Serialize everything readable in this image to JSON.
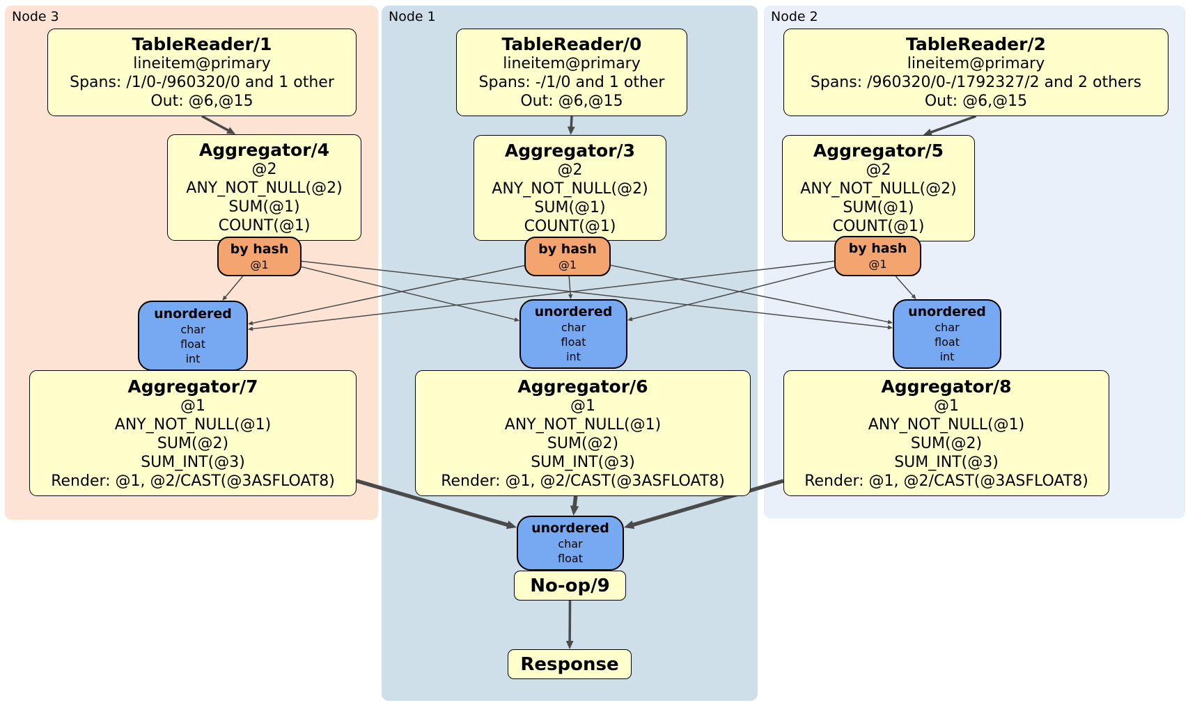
{
  "panels": {
    "node3": {
      "label": "Node 3"
    },
    "node1": {
      "label": "Node 1"
    },
    "node2": {
      "label": "Node 2"
    }
  },
  "boxes": {
    "tr1": {
      "title": "TableReader/1",
      "lines": [
        "lineitem@primary",
        "Spans: /1/0-/960320/0 and 1 other",
        "Out: @6,@15"
      ]
    },
    "tr0": {
      "title": "TableReader/0",
      "lines": [
        "lineitem@primary",
        "Spans: -/1/0 and 1 other",
        "Out: @6,@15"
      ]
    },
    "tr2": {
      "title": "TableReader/2",
      "lines": [
        "lineitem@primary",
        "Spans: /960320/0-/1792327/2 and 2 others",
        "Out: @6,@15"
      ]
    },
    "agg4": {
      "title": "Aggregator/4",
      "lines": [
        "@2",
        "ANY_NOT_NULL(@2)",
        "SUM(@1)",
        "COUNT(@1)"
      ]
    },
    "agg3": {
      "title": "Aggregator/3",
      "lines": [
        "@2",
        "ANY_NOT_NULL(@2)",
        "SUM(@1)",
        "COUNT(@1)"
      ]
    },
    "agg5": {
      "title": "Aggregator/5",
      "lines": [
        "@2",
        "ANY_NOT_NULL(@2)",
        "SUM(@1)",
        "COUNT(@1)"
      ]
    },
    "byhash3": {
      "title": "by hash",
      "lines": [
        "@1"
      ]
    },
    "byhash1": {
      "title": "by hash",
      "lines": [
        "@1"
      ]
    },
    "byhash2": {
      "title": "by hash",
      "lines": [
        "@1"
      ]
    },
    "unordered3": {
      "title": "unordered",
      "lines": [
        "char",
        "float",
        "int"
      ]
    },
    "unordered1": {
      "title": "unordered",
      "lines": [
        "char",
        "float",
        "int"
      ]
    },
    "unordered2": {
      "title": "unordered",
      "lines": [
        "char",
        "float",
        "int"
      ]
    },
    "agg7": {
      "title": "Aggregator/7",
      "lines": [
        "@1",
        "ANY_NOT_NULL(@1)",
        "SUM(@2)",
        "SUM_INT(@3)",
        "Render: @1, @2/CAST(@3ASFLOAT8)"
      ]
    },
    "agg6": {
      "title": "Aggregator/6",
      "lines": [
        "@1",
        "ANY_NOT_NULL(@1)",
        "SUM(@2)",
        "SUM_INT(@3)",
        "Render: @1, @2/CAST(@3ASFLOAT8)"
      ]
    },
    "agg8": {
      "title": "Aggregator/8",
      "lines": [
        "@1",
        "ANY_NOT_NULL(@1)",
        "SUM(@2)",
        "SUM_INT(@3)",
        "Render: @1, @2/CAST(@3ASFLOAT8)"
      ]
    },
    "unorderedF": {
      "title": "unordered",
      "lines": [
        "char",
        "float"
      ]
    },
    "noop9": {
      "title": "No-op/9"
    },
    "response": {
      "title": "Response"
    }
  },
  "edges": [
    {
      "from": "byhash3",
      "to": "unordered3",
      "kind": "mesh"
    },
    {
      "from": "byhash3",
      "to": "unordered1",
      "kind": "mesh"
    },
    {
      "from": "byhash3",
      "to": "unordered2",
      "kind": "mesh"
    },
    {
      "from": "byhash1",
      "to": "unordered3",
      "kind": "mesh"
    },
    {
      "from": "byhash1",
      "to": "unordered1",
      "kind": "mesh"
    },
    {
      "from": "byhash1",
      "to": "unordered2",
      "kind": "mesh"
    },
    {
      "from": "byhash2",
      "to": "unordered3",
      "kind": "mesh"
    },
    {
      "from": "byhash2",
      "to": "unordered1",
      "kind": "mesh"
    },
    {
      "from": "byhash2",
      "to": "unordered2",
      "kind": "mesh"
    },
    {
      "from": "tr1",
      "to": "agg4",
      "kind": "reader"
    },
    {
      "from": "tr0",
      "to": "agg3",
      "kind": "reader"
    },
    {
      "from": "tr2",
      "to": "agg5",
      "kind": "reader"
    },
    {
      "from": "agg7",
      "to": "unorderedF",
      "kind": "merge"
    },
    {
      "from": "agg6",
      "to": "unorderedF",
      "kind": "merge"
    },
    {
      "from": "agg8",
      "to": "unorderedF",
      "kind": "merge"
    },
    {
      "from": "noop9",
      "to": "response",
      "kind": "flow"
    }
  ],
  "colors": {
    "panel_node3": "#fce3d3",
    "panel_node1": "#cedfe9",
    "panel_node2": "#eaf0fa",
    "box_yellow": "#ffffcc",
    "router_orange": "#f4a56f",
    "sync_blue": "#77a9f2",
    "border": "#000000",
    "edge": "#4a4a4a",
    "text": "#000000",
    "page_bg": "#ffffff"
  }
}
